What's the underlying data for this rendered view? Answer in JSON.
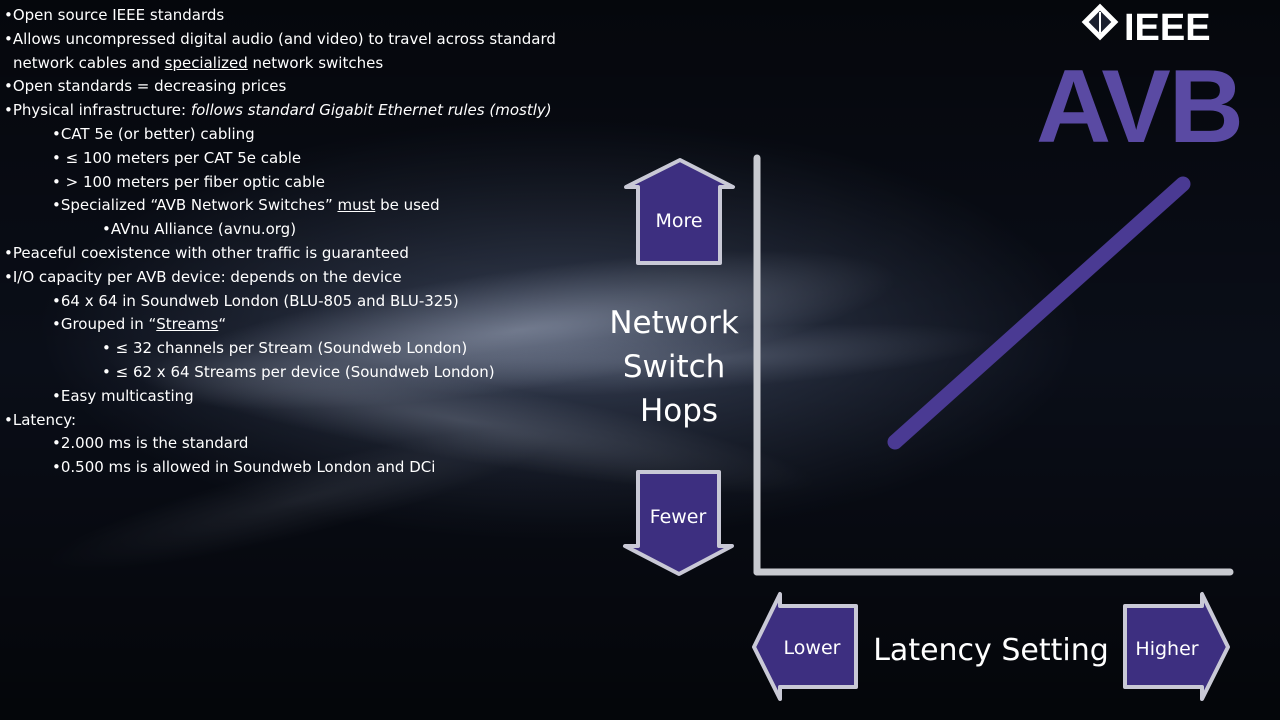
{
  "slide": {
    "bullets": [
      {
        "level": 0,
        "parts": [
          {
            "t": "•Open source IEEE standards"
          }
        ]
      },
      {
        "level": 0,
        "parts": [
          {
            "t": "•Allows uncompressed  digital audio (and video) to travel across standard"
          }
        ]
      },
      {
        "level": "0c",
        "parts": [
          {
            "t": "network cables and "
          },
          {
            "t": "specialized",
            "u": true
          },
          {
            "t": " network switches"
          }
        ]
      },
      {
        "level": 0,
        "parts": [
          {
            "t": "•Open standards = decreasing  prices"
          }
        ]
      },
      {
        "level": 0,
        "parts": [
          {
            "t": "•Physical infrastructure:  "
          },
          {
            "t": "follows standard Gigabit Ethernet rules (mostly)",
            "i": true
          }
        ]
      },
      {
        "level": 1,
        "parts": [
          {
            "t": "•CAT 5e (or better)  cabling"
          }
        ]
      },
      {
        "level": 1,
        "parts": [
          {
            "t": "• ≤ 100 meters per CAT 5e cable"
          }
        ]
      },
      {
        "level": 1,
        "parts": [
          {
            "t": "• > 100 meters per fiber optic cable"
          }
        ]
      },
      {
        "level": 1,
        "parts": [
          {
            "t": "•Specialized “AVB Network Switches” "
          },
          {
            "t": "must",
            "u": true
          },
          {
            "t": " be used"
          }
        ]
      },
      {
        "level": 2,
        "parts": [
          {
            "t": "•AVnu Alliance (avnu.org)"
          }
        ]
      },
      {
        "level": 0,
        "parts": [
          {
            "t": "•Peaceful coexistence with other traffic is guaranteed"
          }
        ]
      },
      {
        "level": 0,
        "parts": [
          {
            "t": "•I/O capacity per AVB device: depends on the device"
          }
        ]
      },
      {
        "level": 1,
        "parts": [
          {
            "t": "•64 x 64 in Soundweb London (BLU-805 and BLU-325)"
          }
        ]
      },
      {
        "level": 1,
        "parts": [
          {
            "t": "•Grouped in “"
          },
          {
            "t": "Streams",
            "u": true
          },
          {
            "t": "“"
          }
        ]
      },
      {
        "level": 2,
        "parts": [
          {
            "t": "• ≤ 32 channels per Stream (Soundweb London)"
          }
        ]
      },
      {
        "level": 2,
        "parts": [
          {
            "t": "• ≤ 62 x 64 Streams per device (Soundweb London)"
          }
        ]
      },
      {
        "level": 1,
        "parts": [
          {
            "t": "•Easy multicasting"
          }
        ]
      },
      {
        "level": 0,
        "parts": [
          {
            "t": "•Latency:"
          }
        ]
      },
      {
        "level": 1,
        "parts": [
          {
            "t": "•2.000 ms is the standard"
          }
        ]
      },
      {
        "level": 1,
        "parts": [
          {
            "t": "•0.500 ms is allowed in Soundweb London and DCi"
          }
        ]
      }
    ]
  },
  "logo": {
    "ieee": "IEEE",
    "avb": "AVB"
  },
  "diagram": {
    "y_axis_label_lines": [
      "Network",
      "Switch",
      "Hops"
    ],
    "x_axis_label": "Latency Setting",
    "arrow_more": "More",
    "arrow_fewer": "Fewer",
    "arrow_lower": "Lower",
    "arrow_higher": "Higher"
  },
  "colors": {
    "purple": "#4a3a93",
    "purple_fill": "#3d2f80",
    "arrow_border": "#c9c9d6",
    "axis": "#c8cad0",
    "logo_purple": "#5a4aa3",
    "text": "#ffffff"
  }
}
